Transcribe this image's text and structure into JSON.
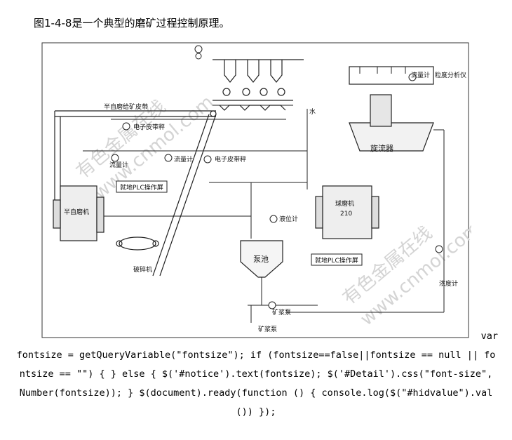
{
  "caption": "图1-4-8是一个典型的磨矿过程控制原理。",
  "watermarks": [
    "有色金属在线",
    "www.cnmol.com"
  ],
  "diagram": {
    "labels": {
      "belt_feeder": "半自磨给矿皮带",
      "belt_scale_1": "电子皮带秤",
      "belt_scale_2": "电子皮带秤",
      "flowmeter_1": "流量计",
      "flowmeter_2": "流量计",
      "flowmeter_top": "流量计",
      "particle_analyzer": "粒度分析仪",
      "sag_mill": "半自磨机",
      "plc_1": "就地PLC操作屏",
      "plc_2": "就地PLC操作屏",
      "crusher": "破碎机",
      "water": "水",
      "cyclone": "旋流器",
      "ball_mill": "球磨机",
      "ball_mill_no": "210",
      "level_meter": "液位计",
      "sump": "泵池",
      "slurry_pump": "矿浆泵",
      "density_meter": "浓度计"
    }
  },
  "code": {
    "first_line": "var",
    "body": "fontsize = getQueryVariable(\"fontsize\"); if (fontsize==false||fontsize == null || fontsize == \"\") { } else { $('#notice').text(fontsize); $('#Detail').css(\"font-size\", Number(fontsize)); } $(document).ready(function () { console.log($(\"#hidvalue\").val()) });"
  }
}
